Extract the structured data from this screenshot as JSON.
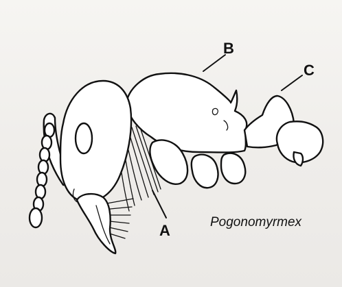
{
  "labels": {
    "a": "A",
    "b": "B",
    "c": "C"
  },
  "caption": "Pogonomyrmex"
}
